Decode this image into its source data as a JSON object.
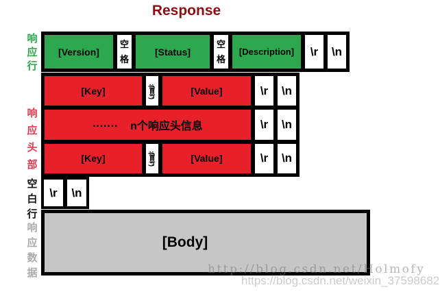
{
  "title": "Response",
  "colors": {
    "status_line_green": "#2EA84E",
    "header_red": "#E8202A",
    "header_label_red": "#E8394F",
    "body_gray": "#C6C6C6",
    "data_label_gray": "#ABABAB",
    "title_dark_red": "#8B1016",
    "border_black": "#000000"
  },
  "diagram": {
    "response_line": {
      "label": "响应行",
      "cells": {
        "version": "[Version]",
        "space1": "空格",
        "status": "[Status]",
        "space2": "空格",
        "description": "[Description]",
        "cr": "\\r",
        "lf": "\\n"
      }
    },
    "response_headers": {
      "label": "响应头部",
      "rows": [
        {
          "key": "[Key]",
          "colon": ":(冒号)",
          "value": "[Value]",
          "cr": "\\r",
          "lf": "\\n"
        },
        {
          "summary": "·······    n个响应头信息",
          "cr": "\\r",
          "lf": "\\n"
        },
        {
          "key": "[Key]",
          "colon": ":(冒号)",
          "value": "[Value]",
          "cr": "\\r",
          "lf": "\\n"
        }
      ]
    },
    "blank_line": {
      "label": "空白行",
      "cr": "\\r",
      "lf": "\\n"
    },
    "response_data": {
      "label": "响应数据",
      "body": "[Body]"
    }
  },
  "watermarks": {
    "wm1": "http://blog.csdn.net/Holmofy",
    "wm2": "https://blog.csdn.net/weixin_37598682"
  }
}
